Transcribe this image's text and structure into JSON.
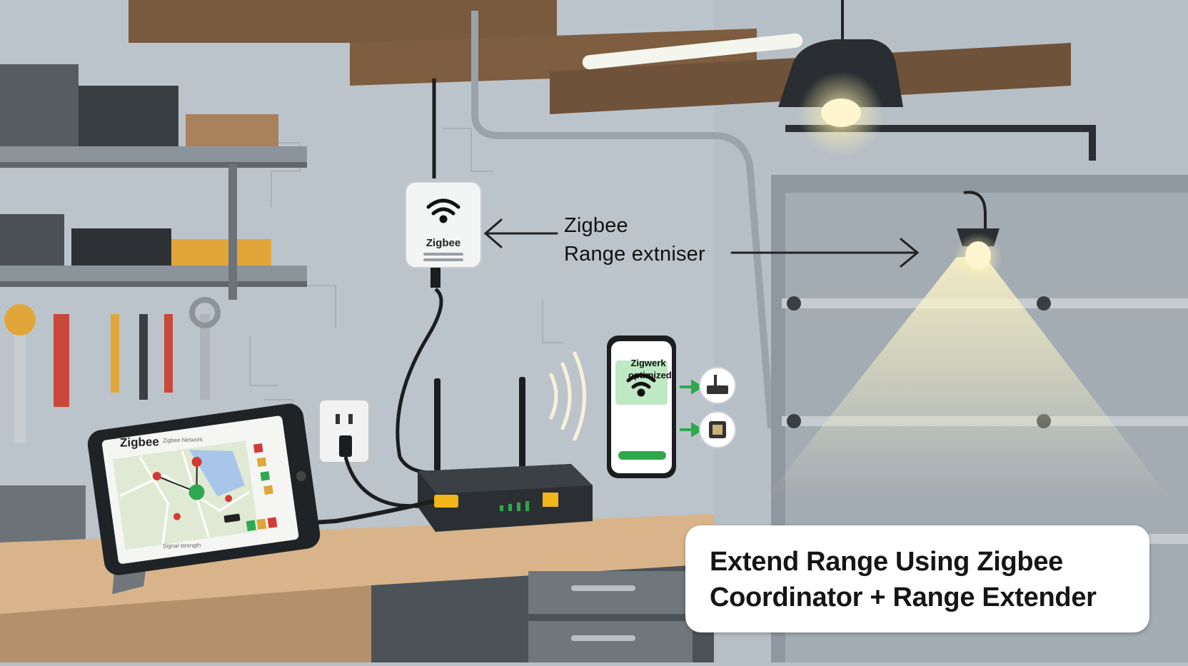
{
  "extender": {
    "device_label": "Zigbee"
  },
  "callout": {
    "line1": "Zigbee",
    "line2": "Range extniser"
  },
  "tablet": {
    "title": "Zigbee",
    "subtitle": "Zigbee Network",
    "footer": "Signal strength"
  },
  "phone": {
    "status_line1": "Zigwerk",
    "status_line2": "optimized"
  },
  "caption": {
    "line1": "Extend Range Using Zigbee",
    "line2": "Coordinator + Range Extender"
  },
  "icons": [
    "wifi-icon",
    "arrow-left-icon",
    "arrow-right-icon",
    "router-icon",
    "light-bulb-icon",
    "signal-waves-icon",
    "power-outlet-icon",
    "wrench-icon",
    "map-pin-icon"
  ],
  "colors": {
    "wall": "#b8c0c7",
    "wood": "#7a5a3e",
    "bench_top": "#d9b48a",
    "accent_green": "#2fa84f",
    "ethernet_yellow": "#f2b51a",
    "lamp_glow": "#fff4c2"
  }
}
